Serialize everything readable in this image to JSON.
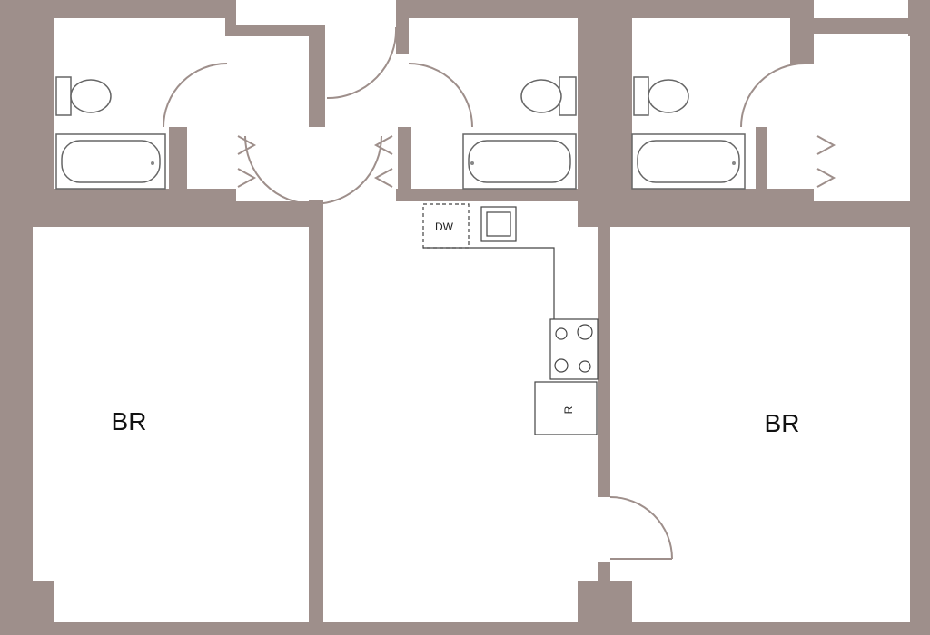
{
  "plan": {
    "rooms": [
      {
        "id": "bedroom-left",
        "label": "BR"
      },
      {
        "id": "bedroom-right",
        "label": "BR"
      }
    ],
    "fixtures": {
      "dishwasher": "DW",
      "refrigerator": "R"
    }
  },
  "colors": {
    "wall": "#9e8f8b",
    "fixture_line": "#666666",
    "background": "#ffffff"
  }
}
